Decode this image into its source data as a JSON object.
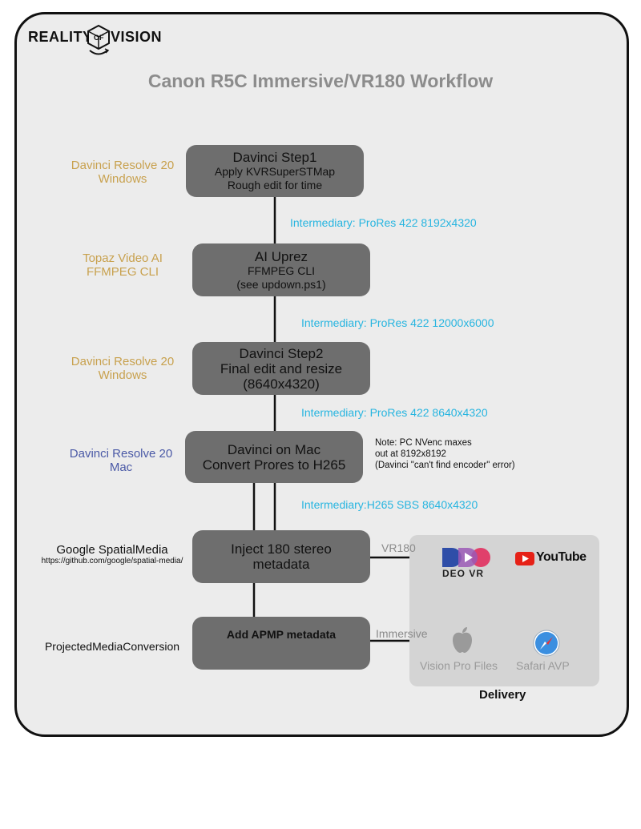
{
  "logo": {
    "word1": "REALITY",
    "word2": "VISION",
    "small": "OF"
  },
  "title": "Canon R5C Immersive/VR180 Workflow",
  "steps": [
    {
      "heading": "Davinci Step1",
      "lines": [
        "Apply KVRSuperSTMap",
        "Rough edit for time"
      ]
    },
    {
      "heading": "AI Uprez",
      "lines": [
        "FFMPEG CLI",
        "(see updown.ps1)"
      ]
    },
    {
      "heading": "Davinci Step2",
      "lines": [
        "Final edit and resize",
        "(8640x4320)"
      ]
    },
    {
      "heading": "Davinci on Mac",
      "lines": [
        "Convert Prores to H265"
      ]
    },
    {
      "heading": "Inject 180 stereo",
      "lines": [
        "metadata"
      ]
    },
    {
      "heading": "Add APMP metadata",
      "lines": []
    }
  ],
  "tools": [
    {
      "lines": [
        "Davinci Resolve 20",
        "Windows"
      ],
      "color": "#c8a14e"
    },
    {
      "lines": [
        "Topaz Video AI",
        "FFMPEG CLI"
      ],
      "color": "#c8a14e"
    },
    {
      "lines": [
        "Davinci Resolve 20",
        "Windows"
      ],
      "color": "#c8a14e"
    },
    {
      "lines": [
        "Davinci Resolve 20",
        "Mac"
      ],
      "color": "#4a59a6"
    },
    {
      "lines": [
        "Google SpatialMedia",
        "https://github.com/google/spatial-media/"
      ],
      "color": "#111111"
    },
    {
      "lines": [
        "ProjectedMediaConversion"
      ],
      "color": "#111111"
    }
  ],
  "intermediaries": [
    "Intermediary: ProRes 422 8192x4320",
    "Intermediary: ProRes 422 12000x6000",
    "Intermediary: ProRes 422 8640x4320",
    "Intermediary:H265 SBS 8640x4320"
  ],
  "note": [
    "Note: PC NVenc maxes",
    "out at 8192x8192",
    "(Davinci \"can't find encoder\" error)"
  ],
  "edges": {
    "vr180": "VR180",
    "immersive": "Immersive"
  },
  "delivery": {
    "label": "Delivery",
    "platforms": [
      {
        "name": "DEO VR",
        "icon": "deovr-icon"
      },
      {
        "name": "YouTube",
        "icon": "youtube-icon"
      },
      {
        "name": "Vision Pro Files",
        "icon": "apple-icon"
      },
      {
        "name": "Safari AVP",
        "icon": "safari-icon"
      }
    ]
  },
  "colors": {
    "box": "#6e6e6e",
    "gold": "#c8a14e",
    "mac_blue": "#4a59a6",
    "intermediary": "#27b5e0"
  }
}
